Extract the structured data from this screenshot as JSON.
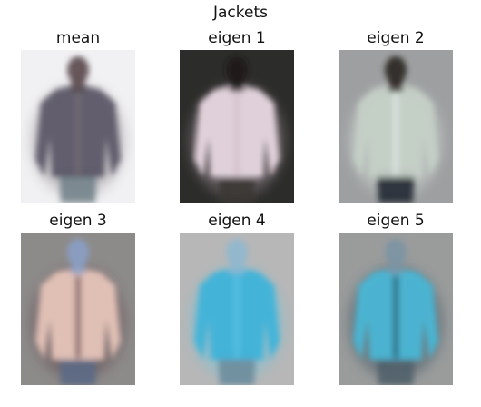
{
  "figure": {
    "title": "Jackets",
    "panels": [
      {
        "label": "mean",
        "background": "#f1f1f3",
        "figure_color": "#5c5a68",
        "accent": "#7a6f74",
        "head": "#56474a",
        "legs": "#6f7f86"
      },
      {
        "label": "eigen 1",
        "background": "#2c2c2a",
        "figure_color": "#e7d7e0",
        "accent": "#cbb5c5",
        "head": "#1c1a18",
        "legs": "#3a3634"
      },
      {
        "label": "eigen 2",
        "background": "#9d9fa0",
        "figure_color": "#c5d0c7",
        "accent": "#e6efe8",
        "head": "#2a2220",
        "legs": "#1a1f2a"
      },
      {
        "label": "eigen 3",
        "background": "#8d8b8a",
        "figure_color": "#e6c4b8",
        "accent": "#4e2b35",
        "head": "#8aa0c8",
        "legs": "#5a6a86"
      },
      {
        "label": "eigen 4",
        "background": "#b7b7b7",
        "figure_color": "#3fb3d9",
        "accent": "#5ec8e8",
        "head": "#8fb8cf",
        "legs": "#6a8a9a"
      },
      {
        "label": "eigen 5",
        "background": "#9a9c9c",
        "figure_color": "#4ab6d5",
        "accent": "#1e3644",
        "head": "#7c93a4",
        "legs": "#4f5f6a"
      }
    ]
  }
}
